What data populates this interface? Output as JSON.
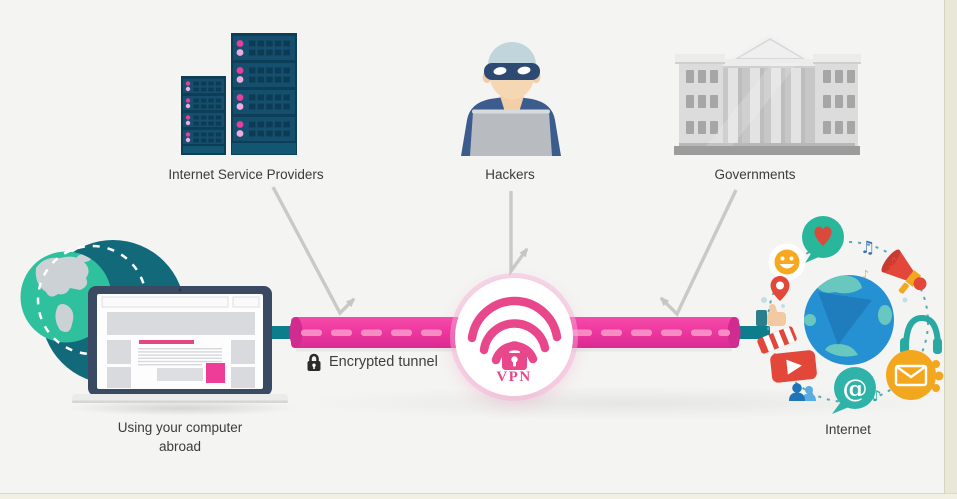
{
  "diagram": {
    "threats": [
      {
        "label": "Internet Service Providers",
        "icon": "server-rack-icon"
      },
      {
        "label": "Hackers",
        "icon": "hacker-icon"
      },
      {
        "label": "Governments",
        "icon": "government-building-icon"
      }
    ],
    "source": {
      "label": "Using your computer abroad",
      "icon": "laptop-globe-icon"
    },
    "destination": {
      "label": "Internet",
      "icon": "internet-cloud-icon"
    },
    "tunnel": {
      "label": "Encrypted tunnel",
      "lock_icon": "padlock-icon",
      "badge": {
        "label": "VPN",
        "icon": "wifi-lock-icon"
      }
    },
    "internet_icons": [
      "chat-heart-icon",
      "smiley-icon",
      "megaphone-icon",
      "music-note-icon",
      "location-pin-icon",
      "thumbs-up-icon",
      "film-stripe-icon",
      "video-play-icon",
      "users-icon",
      "at-sign-icon",
      "envelope-icon",
      "headphones-icon"
    ]
  },
  "glyphs": {
    "at_sign": "@",
    "note_double": "♫",
    "note_single": "♪"
  },
  "colors": {
    "background": "#f4f4f2",
    "label_text": "#3b3b3b",
    "tunnel_pink": "#ee38a0",
    "tunnel_dash": "#f68cc3",
    "vpn_pink": "#e8478b",
    "teal": "#0b7d8b",
    "arrow_gray": "#c9c9c9",
    "server_navy": "#164f6d",
    "server_dot_pink": "#e83e9d",
    "hacker_navy": "#3c5c8e",
    "building_gray": "#dcdcdc",
    "globe_teal": "#11697a",
    "globe_green": "#2fc19e",
    "internet_blue": "#2691d2",
    "page_edge": "#e9e7d7"
  }
}
